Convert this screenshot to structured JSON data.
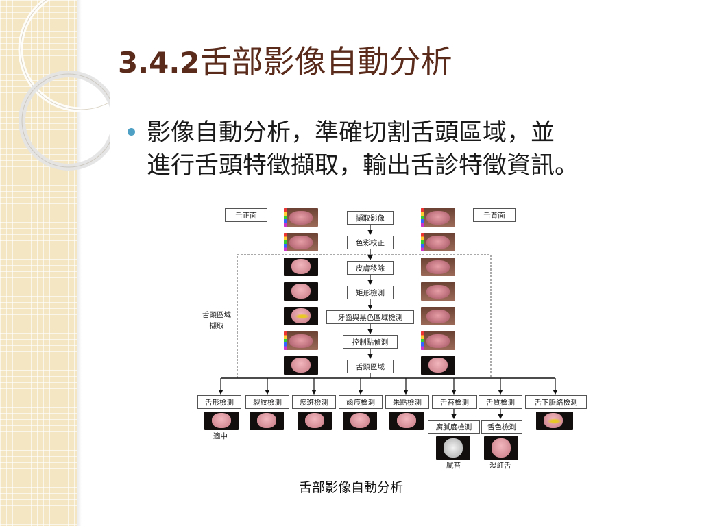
{
  "slide": {
    "title_number": "3.4.2",
    "title_text": "舌部影像自動分析",
    "bullet_line1": "影像自動分析，準確切割舌頭區域，並",
    "bullet_line2": "進行舌頭特徵擷取，輸出舌診特徵資訊。",
    "caption": "舌部影像自動分析"
  },
  "figure": {
    "left_view_label": "舌正面",
    "right_view_label": "舌背面",
    "pipeline_steps": [
      "擷取影像",
      "色彩校正",
      "皮膚移除",
      "矩形檢測",
      "牙齒與黑色區域檢測",
      "控制點偵測",
      "舌頭區域"
    ],
    "region_label_line1": "舌頭區域",
    "region_label_line2": "擷取",
    "detections": [
      "舌形檢測",
      "裂紋檢測",
      "瘀斑檢測",
      "齒痕檢測",
      "朱點檢測",
      "舌苔檢測",
      "舌質檢測",
      "舌下脈絡檢測"
    ],
    "sub_detections": [
      "腐膩度檢測",
      "舌色檢測"
    ],
    "result_shape": "適中",
    "result_coating": "膩苔",
    "result_color": "淡紅舌"
  },
  "colors": {
    "title": "#5a2a1a",
    "bullet": "#4ea0c4",
    "side_band": "#f4e6c3"
  },
  "icons": [
    "bullet-dot-icon",
    "decorative-circles-icon"
  ]
}
